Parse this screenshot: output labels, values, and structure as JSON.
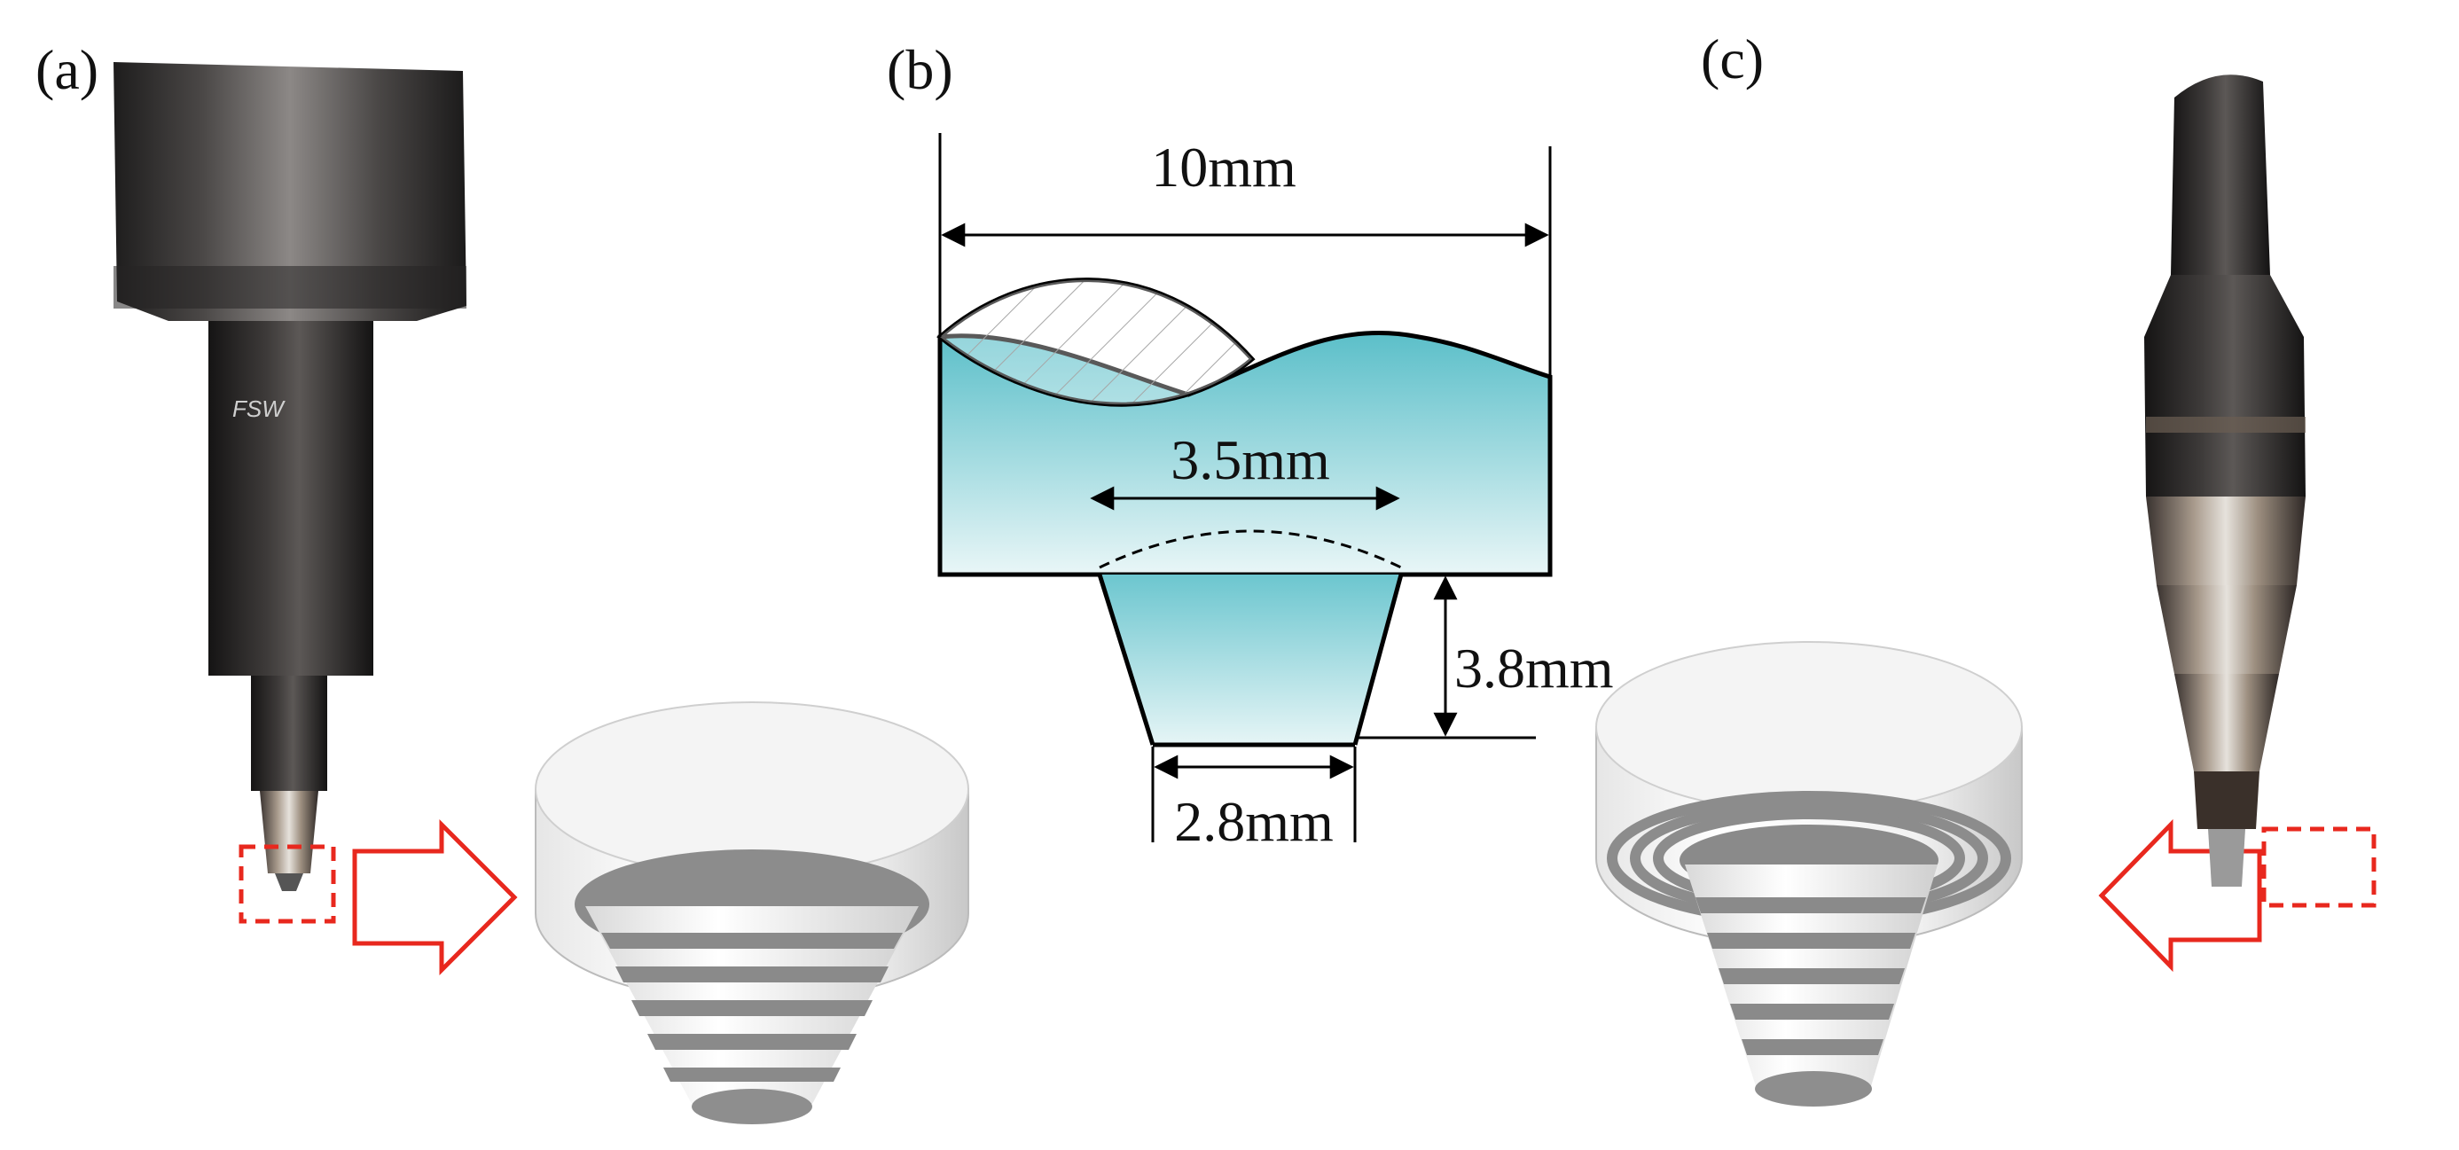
{
  "panels": {
    "a": {
      "label": "(a)",
      "tool_brand_text": "FSW"
    },
    "b": {
      "label": "(b)"
    },
    "c": {
      "label": "(c)"
    }
  },
  "dimensions": {
    "shoulder_diameter": "10mm",
    "pin_root_diameter": "3.5mm",
    "pin_length": "3.8mm",
    "pin_tip_diameter": "2.8mm"
  },
  "colors": {
    "workpiece_fill_top": "#5bbfc9",
    "workpiece_fill_bottom": "#e9f6f7",
    "callout_red": "#e8281e",
    "steel_dark": "#2c2a2a",
    "model_gray": "#cfcfcf"
  }
}
